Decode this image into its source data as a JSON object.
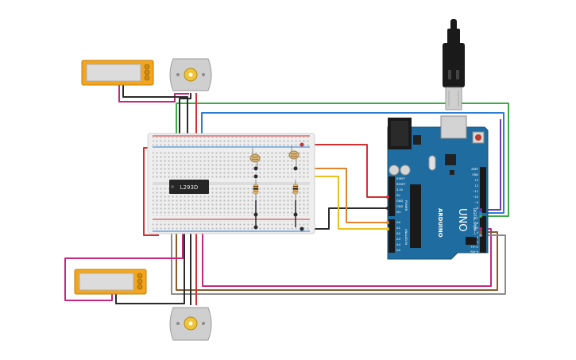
{
  "chip": {
    "label": "L293D"
  },
  "arduino": {
    "brand": "ARDUINO",
    "model": "UNO",
    "power_header": "POWER",
    "analog_header": "ANALOG IN",
    "digital_header": "DIGITAL (PWM~)",
    "power_pins": [
      "IOREF",
      "RESET",
      "3.3V",
      "5V",
      "GND",
      "GND",
      "Vin"
    ],
    "analog_pins": [
      "A0",
      "A1",
      "A2",
      "A3",
      "A4",
      "A5"
    ],
    "digital_pins_top": [
      "AREF",
      "GND",
      "13",
      "12",
      "~11",
      "~10",
      "~9",
      "8"
    ],
    "digital_pins_bottom": [
      "7",
      "~6",
      "~5",
      "4",
      "~3",
      "2",
      "TX→1",
      "RX←0"
    ]
  },
  "colors": {
    "wire_red": "#d32f2f",
    "wire_black": "#2b2b2b",
    "wire_green": "#3daa4a",
    "wire_blue": "#2a7fd4",
    "wire_purple": "#6a3fa0",
    "wire_magenta": "#c2297e",
    "wire_orange": "#e2852a",
    "wire_yellow": "#e6c21a",
    "wire_brown": "#8a5a2e",
    "wire_gray": "#8c8c8c",
    "board": "#1f6da0",
    "display_frame": "#f2a51f"
  }
}
